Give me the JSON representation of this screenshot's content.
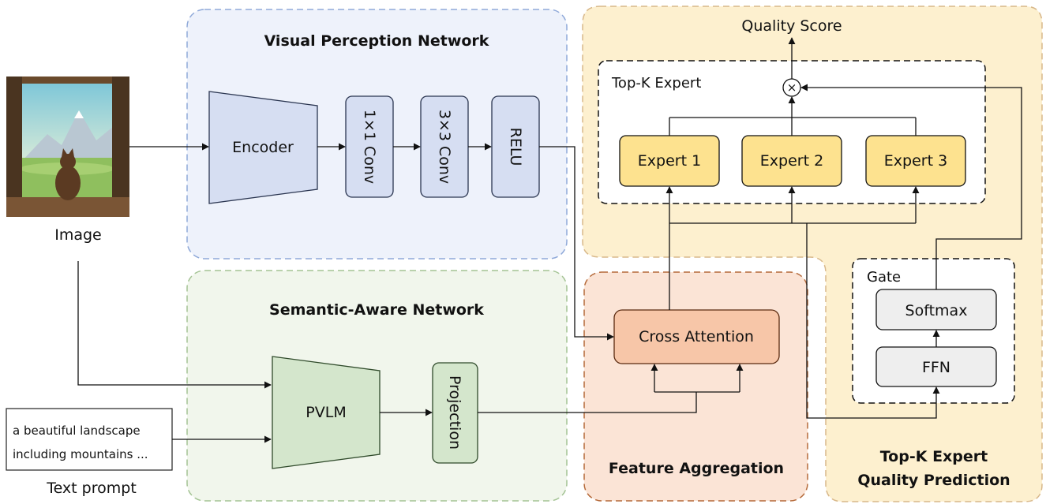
{
  "input": {
    "image_label": "Image",
    "text_prompt_label": "Text prompt",
    "prompt_lines": [
      "a beautiful landscape",
      "including mountains ..."
    ]
  },
  "visual_perception": {
    "title": "Visual Perception Network",
    "encoder": "Encoder",
    "conv1": "1×1 Conv",
    "conv3": "3×3 Conv",
    "relu": "RELU"
  },
  "semantic_aware": {
    "title": "Semantic-Aware Network",
    "pvlm": "PVLM",
    "projection": "Projection"
  },
  "feature_aggregation": {
    "title": "Feature Aggregation",
    "cross_attention": "Cross Attention"
  },
  "topk": {
    "title_line1": "Top-K Expert",
    "title_line2": "Quality Prediction",
    "quality_score": "Quality Score",
    "expert_box_label": "Top-K Expert",
    "experts": [
      "Expert 1",
      "Expert 2",
      "Expert 3"
    ],
    "multiply_symbol": "×",
    "gate_label": "Gate",
    "softmax": "Softmax",
    "ffn": "FFN"
  },
  "colors": {
    "vpn_bg": "#eef2fb",
    "vpn_border": "#8fa9d9",
    "vpn_block": "#d6def2",
    "vpn_block_border": "#2a3550",
    "san_bg": "#f1f6ec",
    "san_border": "#a4c394",
    "san_block": "#d4e6cc",
    "san_block_border": "#2f4a2a",
    "fa_bg": "#fbe4d6",
    "fa_border": "#b56a3a",
    "ca_fill": "#f7c6a8",
    "ca_border": "#5a2a10",
    "topk_bg": "#fdf0cf",
    "topk_border": "#d8b88a",
    "expert_fill": "#fde28f",
    "gate_block": "#eeeeee"
  }
}
